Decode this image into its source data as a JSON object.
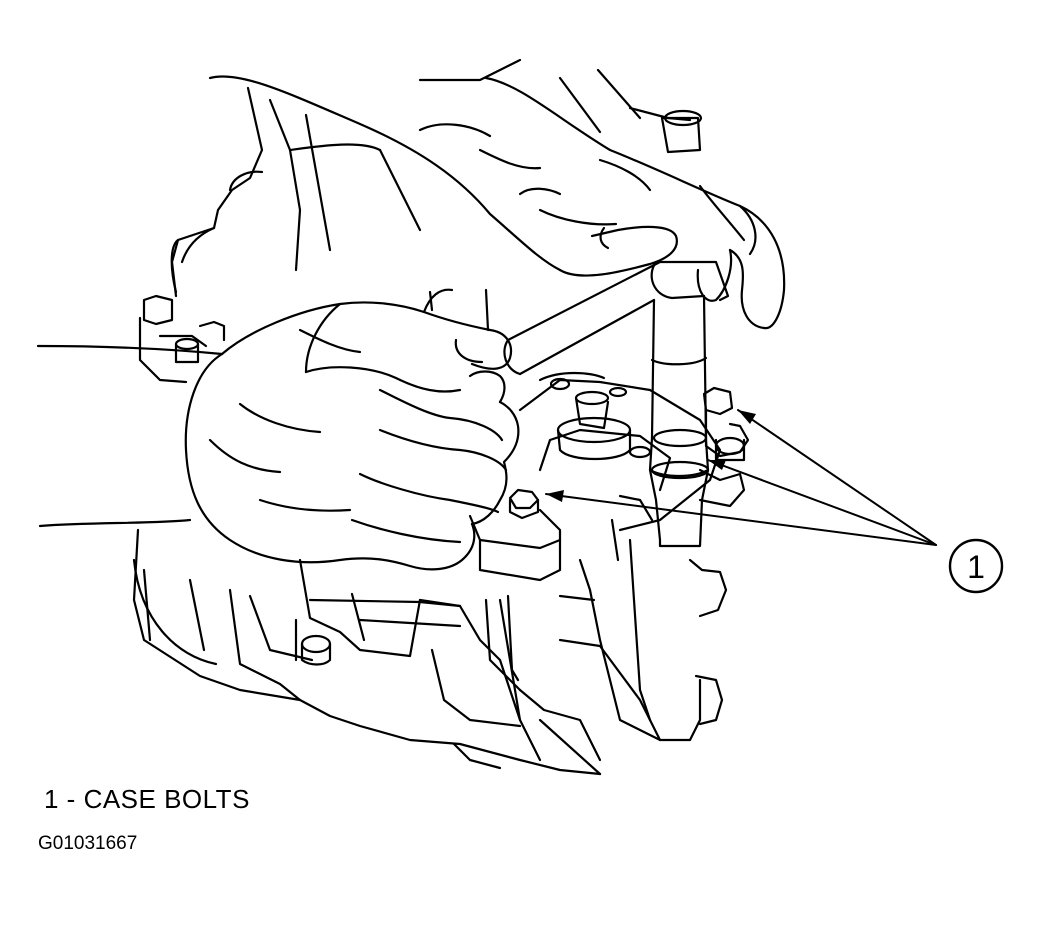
{
  "callout": {
    "number": "1"
  },
  "legend": {
    "line": "1 - CASE BOLTS"
  },
  "figure_id": "G01031667",
  "colors": {
    "ink": "#000000",
    "paper": "#ffffff"
  }
}
